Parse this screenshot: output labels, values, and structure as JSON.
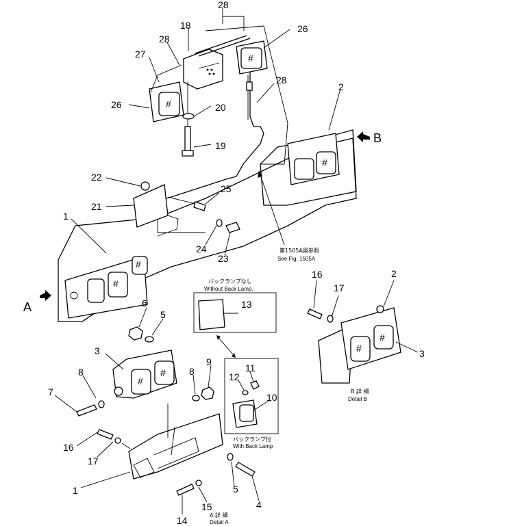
{
  "callouts": {
    "c1_top": "1",
    "c2_top": "2",
    "c18": "18",
    "c19": "19",
    "c20": "20",
    "c21": "21",
    "c22": "22",
    "c23": "23",
    "c24": "24",
    "c25": "25",
    "c26_right": "26",
    "c26_left": "26",
    "c27": "27",
    "c28_top": "28",
    "c28_left": "28",
    "c28_right": "28",
    "c3_a": "3",
    "c4": "4",
    "c5_upper": "5",
    "c5_lower": "5",
    "c6": "6",
    "c7": "7",
    "c8_left": "8",
    "c8_right": "8",
    "c9": "9",
    "c10": "10",
    "c11": "11",
    "c12": "12",
    "c13": "13",
    "c14": "14",
    "c15": "15",
    "c16_a": "16",
    "c17_a": "17",
    "c1_a": "1",
    "c16_b": "16",
    "c17_b": "17",
    "c2_b": "2",
    "c3_b": "3"
  },
  "view_labels": {
    "view_a": "A",
    "view_b": "B"
  },
  "notes": {
    "see_fig_jp": "第1505A図参照",
    "see_fig_en": "See Fig. 1505A",
    "without_back_lamp_jp": "バックランプなし",
    "without_back_lamp_en": "Without Back Lamp.",
    "with_back_lamp_jp": "バックランプ付",
    "with_back_lamp_en": "With Back Lamp",
    "detail_a_jp": "A 詳 細",
    "detail_a_en": "Detail A",
    "detail_b_jp": "B 詳 細",
    "detail_b_en": "Detail B"
  },
  "icons": {
    "view_arrow": "filled-arrow-icon",
    "swap_arrow": "double-arrow-icon",
    "lamp_symbol": "hash-lamp-icon"
  }
}
